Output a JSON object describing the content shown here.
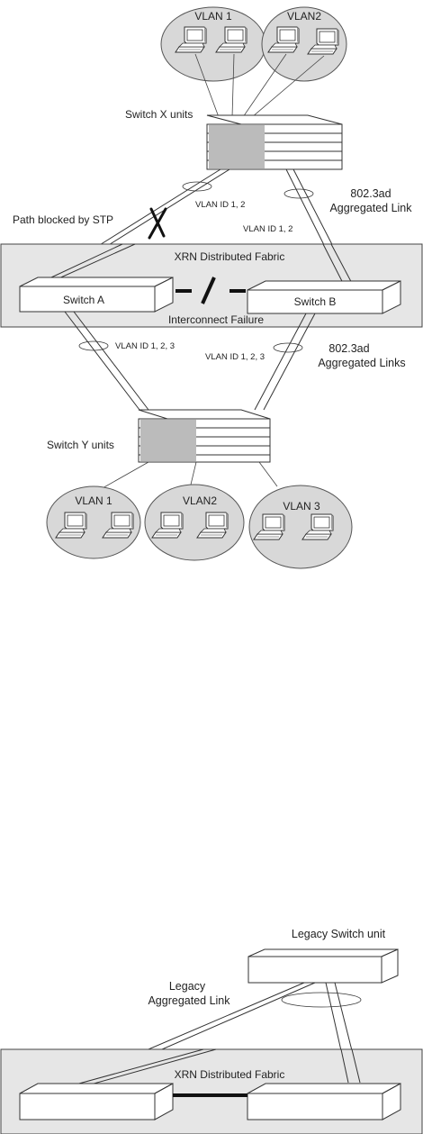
{
  "top_diagram": {
    "vlan_group_top": [
      "VLAN 1",
      "VLAN2"
    ],
    "switch_x_label": "Switch X units",
    "link_vlan_left": "VLAN ID 1, 2",
    "link_vlan_right": "VLAN ID 1, 2",
    "aggregated_link": [
      "802.3ad",
      "Aggregated Link"
    ],
    "path_blocked": "Path blocked by STP",
    "fabric_label": "XRN Distributed Fabric",
    "switch_a": "Switch A",
    "switch_b": "Switch B",
    "interconnect_failure": "Interconnect Failure",
    "lower_vlan_left": "VLAN ID 1, 2, 3",
    "lower_vlan_right": "VLAN ID 1, 2, 3",
    "aggregated_links": [
      "802.3ad",
      "Aggregated Links"
    ],
    "switch_y_label": "Switch Y units",
    "vlan_group_bottom": [
      "VLAN 1",
      "VLAN2",
      "VLAN 3"
    ]
  },
  "bottom_diagram": {
    "legacy_switch": "Legacy Switch unit",
    "legacy_link": [
      "Legacy",
      "Aggregated Link"
    ],
    "fabric_label": "XRN Distributed Fabric"
  },
  "colors": {
    "fabric_fill": "#e6e6e6",
    "vlan_fill": "#d8d8d8",
    "line": "#333333"
  }
}
